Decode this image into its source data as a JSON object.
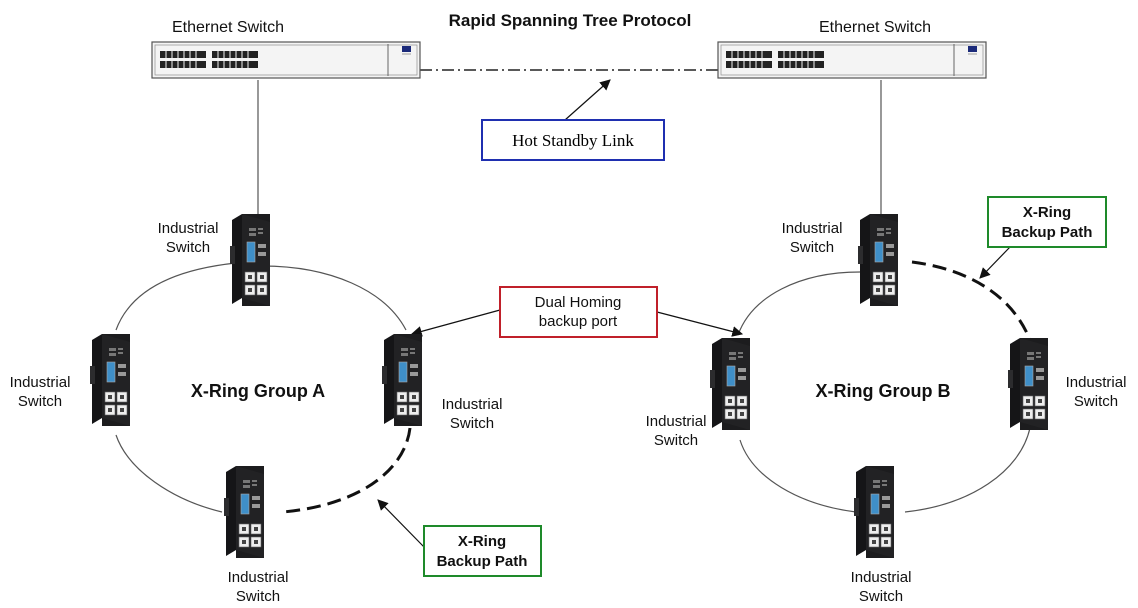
{
  "title": "Rapid Spanning Tree Protocol",
  "ethernet_switch_left": "Ethernet Switch",
  "ethernet_switch_right": "Ethernet Switch",
  "hot_standby": "Hot Standby Link",
  "dual_homing": [
    "Dual Homing",
    "backup port"
  ],
  "backup_path_left": [
    "X-Ring",
    "Backup Path"
  ],
  "backup_path_right": [
    "X-Ring",
    "Backup Path"
  ],
  "group_a": "X-Ring Group A",
  "group_b": "X-Ring Group B",
  "industrial_switch": [
    "Industrial",
    "Switch"
  ],
  "colors": {
    "hot_standby_border": "#1f2fb0",
    "dual_homing_border": "#c0202a",
    "backup_path_border": "#1e8a2a",
    "switch_body": "#1c1c1e",
    "switch_screen": "#3f8fc8"
  },
  "icons": [
    "ethernet-switch-icon",
    "industrial-switch-icon",
    "arrow-icon"
  ]
}
